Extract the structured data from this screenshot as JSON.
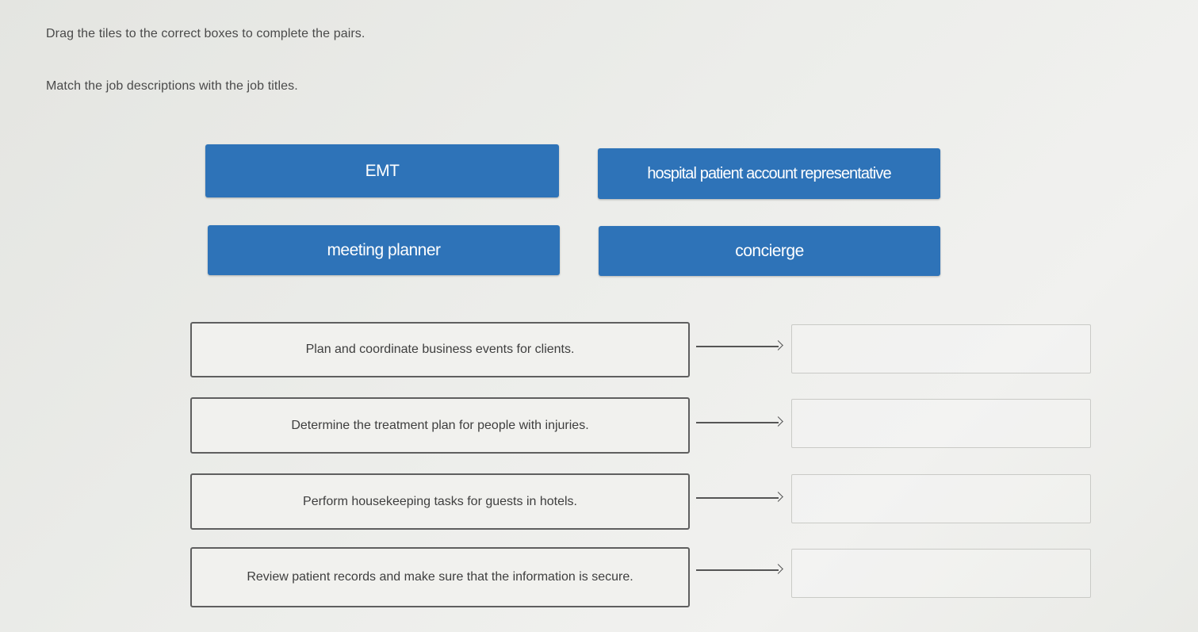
{
  "instructions": {
    "drag": "Drag the tiles to the correct boxes to complete the pairs.",
    "match": "Match the job descriptions with the job titles."
  },
  "tiles": [
    {
      "label": "EMT"
    },
    {
      "label": "hospital patient account representative"
    },
    {
      "label": "meeting planner"
    },
    {
      "label": "concierge"
    }
  ],
  "pairs": [
    {
      "description": "Plan and coordinate business events for clients.",
      "answer": ""
    },
    {
      "description": "Determine the treatment plan for people with injuries.",
      "answer": ""
    },
    {
      "description": "Perform housekeeping tasks for guests in hotels.",
      "answer": ""
    },
    {
      "description": "Review patient records and make sure that the information is secure.",
      "answer": ""
    }
  ],
  "colors": {
    "tile_background": "#2e73b8",
    "tile_text": "#ffffff",
    "box_border": "#5f5f5f"
  },
  "icons": {
    "connector": "right-arrow-icon"
  }
}
